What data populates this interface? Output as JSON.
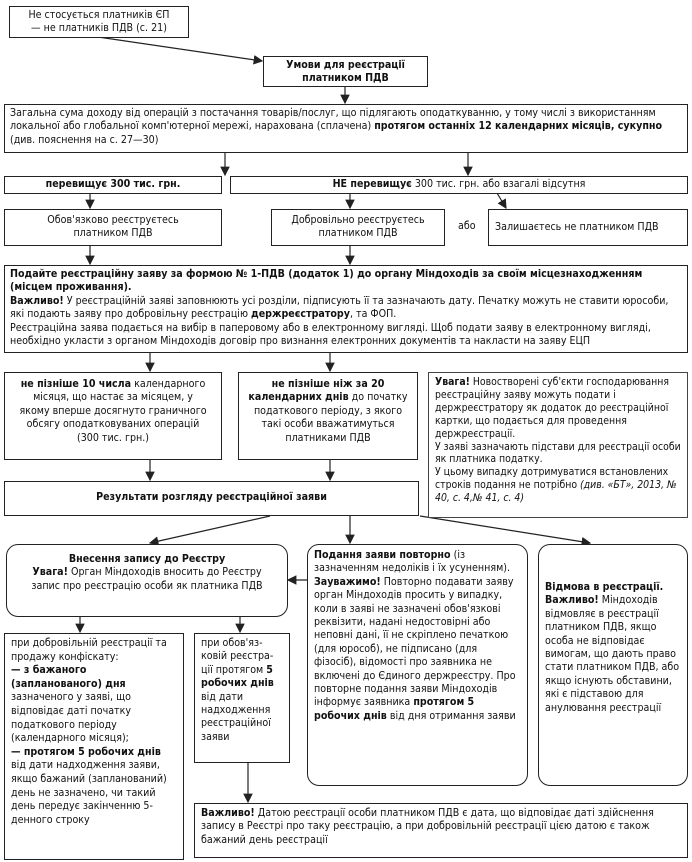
{
  "not_ep": "Не стосується платників ЄП — не платників ПДВ (с. 21)",
  "conditions": "Умови для реєстрації платником ПДВ",
  "income": {
    "a": "Загальна сума доходу від операцій з постачання товарів/послуг, що підлягають оподаткуванню, у тому числі з використанням локальної або глобальної комп'ютерної мережі, нарахована (сплачена) ",
    "b": "протягом останніх 12 календарних місяців, сукупно",
    "c": " (див. пояснення на с. 27—30)"
  },
  "exceeds": "перевищує 300 тис. грн.",
  "not_exceeds": {
    "b": "НЕ перевищує",
    "t": " 300 тис. грн. або взагалі відсутня"
  },
  "mandatory": "Обов'язково реєструєтесь платником ПДВ",
  "voluntary": "Добровільно реєструєтесь платником ПДВ",
  "or_label": "або",
  "remain": "Залишаєтесь не платником ПДВ",
  "submit": {
    "p1": "Подайте реєстраційну заяву за формою № 1-ПДВ (додаток 1) до органу Міндоходів за своїм місцезнаходженням (місцем проживання).",
    "imp": "Важливо!",
    "p2": " У реєстраційній заяві заповнюють усі розділи, підписують її та зазначають дату. Печатку можуть не ставити юрособи, які подають заяву про добровільну реєстрацію ",
    "p2b": "держреєстратору",
    "p2c": ", та ФОП.",
    "p3": "Реєстраційна заява подається на вибір в паперовому або в електронному вигляді. Щоб подати заяву в електронному вигляді, необхідно укласти з органом Міндоходів договір про визнання електронних документів та накласти на заяву ЕЦП"
  },
  "deadline1": {
    "b": "не пізніше 10 числа",
    "t": " календарного місяця, що настає за місяцем, у якому вперше досягнуто граничного обсягу оподатковуваних операцій (300 тис. грн.)"
  },
  "deadline2": {
    "b1": "не пізніше ніж за 20 календарних днів",
    "t": " до початку податкового періоду, з якого такі особи вважатимуться платниками ПДВ"
  },
  "note": {
    "a": "Увага!",
    "t1": " Новостворені суб'єкти господарювання реєстраційну заяву можуть подати і держреєстратору як додаток до реєстраційної картки, що подається для проведення держреєстрації.",
    "t2": "У заяві зазначають підстави для реєстрації особи як платника податку.",
    "t3": "У цьому випадку дотримуватися встановлених строків подання не потрібно ",
    "t4": "(див. «БТ», 2013, № 40, с. 4,№ 41, с. 4)"
  },
  "results": "Результати розгляду реєстраційної заяви",
  "entry": {
    "title": "Внесення запису до Реєстру",
    "a": "Увага!",
    "t": " Орган Міндоходів вносить до Реєстру запис про реєстрацію особи як платника ПДВ"
  },
  "repeat": {
    "b": "Подання заяви повторно",
    "t1": " (із зазначенням недоліків і їх усуненням).",
    "a": "Зауважимо!",
    "t2": " Повторно подавати заяву орган Міндоходів просить у випадку, коли в заяві не зазначені обов'язкові реквізити, надані недостовірні або неповні дані, її не скріплено печаткою (для юрособ), не підписано (для фізосіб), відомості про заявника не включені до Єдиного держреєстру. Про повторне подання заяви Міндоходів інформує заявника ",
    "b2": "протягом 5 робочих днів",
    "t3": " від дня отримання заяви"
  },
  "refusal": {
    "b": "Відмова в реєстрації.",
    "a": "Важливо!",
    "t": " Міндоходів відмовляє в реєстрації платником ПДВ, якщо особа не відповідає вимогам, що дають право стати платником ПДВ, або якщо існують обставини, які є підставою для анулювання реєстрації"
  },
  "vol_date": {
    "t1": "при добровільній реєстрації та продажу конфіскату:",
    "b1": "— з бажаного (запланованого) дня",
    "t2": " зазначеного у заяві, що відповідає даті початку податкового періоду (календарного місяця);",
    "b2": "— протягом 5 робочих днів",
    "t3": " від дати надходження заяви, якщо бажаний (запланований) день не зазначено, чи такий день передує закінченню 5-денного строку"
  },
  "mand_date": {
    "t1": "при обов'яз-ковій реєстра-ції протягом ",
    "b": "5 робочих днів",
    "t2": " від дати надходження реєстраційної заяви"
  },
  "final": {
    "a": "Важливо!",
    "t": " Датою реєстрації особи платником ПДВ є дата, що відповідає даті здійснення запису в Реєстрі про таку реєстрацію, а при добровільній реєстрації цією датою є також бажаний день реєстрації"
  }
}
